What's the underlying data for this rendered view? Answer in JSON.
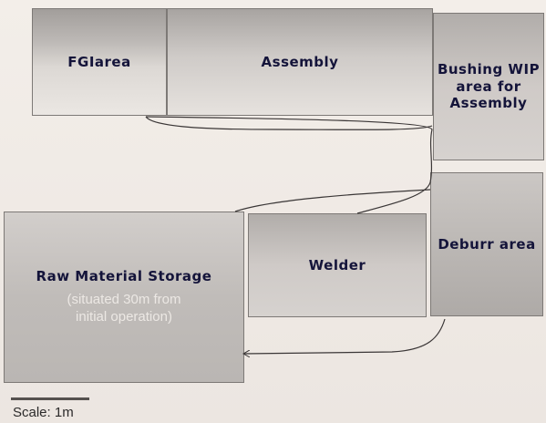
{
  "layout": {
    "areas": {
      "fgi": "FGIarea",
      "assembly": "Assembly",
      "bushing_wip": [
        "Bushing WIP",
        "area for",
        "Assembly"
      ],
      "raw_material": "Raw Material Storage",
      "raw_material_note": [
        "(situated 30m from",
        "initial operation)"
      ],
      "welder": "Welder",
      "deburr": "Deburr area"
    },
    "scale_label": "Scale:  1m"
  },
  "colors": {
    "ink": "#14143a",
    "border": "#7d7976",
    "paper": "#f0ebe6"
  }
}
